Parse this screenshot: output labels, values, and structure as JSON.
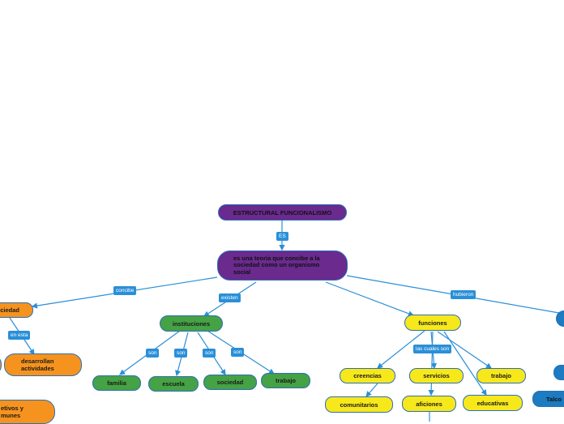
{
  "root": {
    "label": "ESTRUCTURAL FUNCIONALISMO"
  },
  "link_es": "ES",
  "definition": {
    "label": "es una teoría que concibe a la sociedad como un organismo social"
  },
  "links": {
    "concibe": "concibe",
    "existen": "existen",
    "hubieron": "hubieron",
    "en_esta": "en esta",
    "las_cuales_son": "las cuales son",
    "son": "son"
  },
  "left_branch": {
    "sociedad": "ciedad",
    "desarrollan": "desarrollan actividades",
    "objetivos": "etivos y munes"
  },
  "instituciones": {
    "label": "instituciones",
    "children": [
      "familia",
      "escuela",
      "sociedad",
      "trabajo"
    ]
  },
  "funciones": {
    "label": "funciones",
    "children": [
      "creencias",
      "servicios",
      "trabajo"
    ],
    "grandchildren": [
      "comunitarios",
      "aficiones",
      "educativas"
    ]
  },
  "right_partial": {
    "talco": "Talco"
  },
  "colors": {
    "purple": "#6a2a8e",
    "green": "#45a245",
    "yellow": "#f7e81b",
    "orange": "#f6931e",
    "blue_node": "#1c7bc1",
    "connector": "#2a8fd8"
  }
}
